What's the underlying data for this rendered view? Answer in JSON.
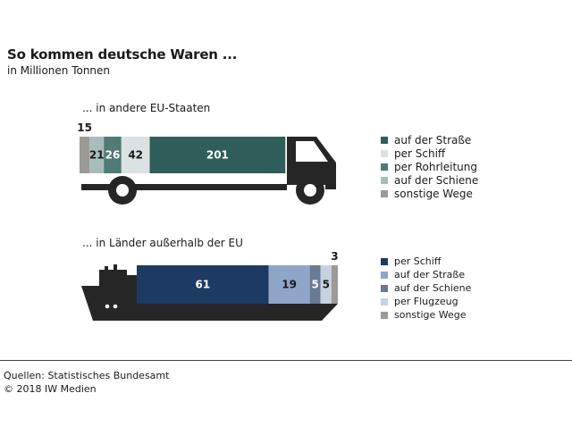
{
  "title": "So kommen deutsche Waren ...",
  "subtitle": "in Millionen Tonnen",
  "chart_data": [
    {
      "type": "bar",
      "title": "... in andere EU-Staaten",
      "series": [
        {
          "name": "sonstige Wege",
          "value": 15,
          "color": "#9c9a96"
        },
        {
          "name": "auf der Schiene",
          "value": 21,
          "color": "#a9bcbc"
        },
        {
          "name": "per Rohrleitung",
          "value": 26,
          "color": "#4f7a76"
        },
        {
          "name": "per Schiff",
          "value": 42,
          "color": "#dbe2e3"
        },
        {
          "name": "auf der Straße",
          "value": 201,
          "color": "#2f5d59"
        }
      ],
      "legend": [
        "auf der Straße",
        "per Schiff",
        "per Rohrleitung",
        "auf der Schiene",
        "sonstige Wege"
      ],
      "legend_placement": "right"
    },
    {
      "type": "bar",
      "title": "... in Länder außerhalb der EU",
      "series": [
        {
          "name": "per Schiff",
          "value": 61,
          "color": "#1d3a63"
        },
        {
          "name": "auf der Straße",
          "value": 19,
          "color": "#8fa6c8"
        },
        {
          "name": "auf der Schiene",
          "value": 5,
          "color": "#687a94"
        },
        {
          "name": "per Flugzeug",
          "value": 5,
          "color": "#c7d2e1"
        },
        {
          "name": "sonstige Wege",
          "value": 3,
          "color": "#9c9a96"
        }
      ],
      "legend": [
        "per Schiff",
        "auf der Straße",
        "auf der Schiene",
        "per Flugzeug",
        "sonstige Wege"
      ],
      "legend_placement": "right"
    }
  ],
  "colors": {
    "vehicle": "#262626",
    "label_light": "#ffffff",
    "label_dark": "#1a1a1a"
  },
  "footer": {
    "source": "Quellen: Statistisches Bundesamt",
    "copyright": "© 2018 IW Medien"
  }
}
